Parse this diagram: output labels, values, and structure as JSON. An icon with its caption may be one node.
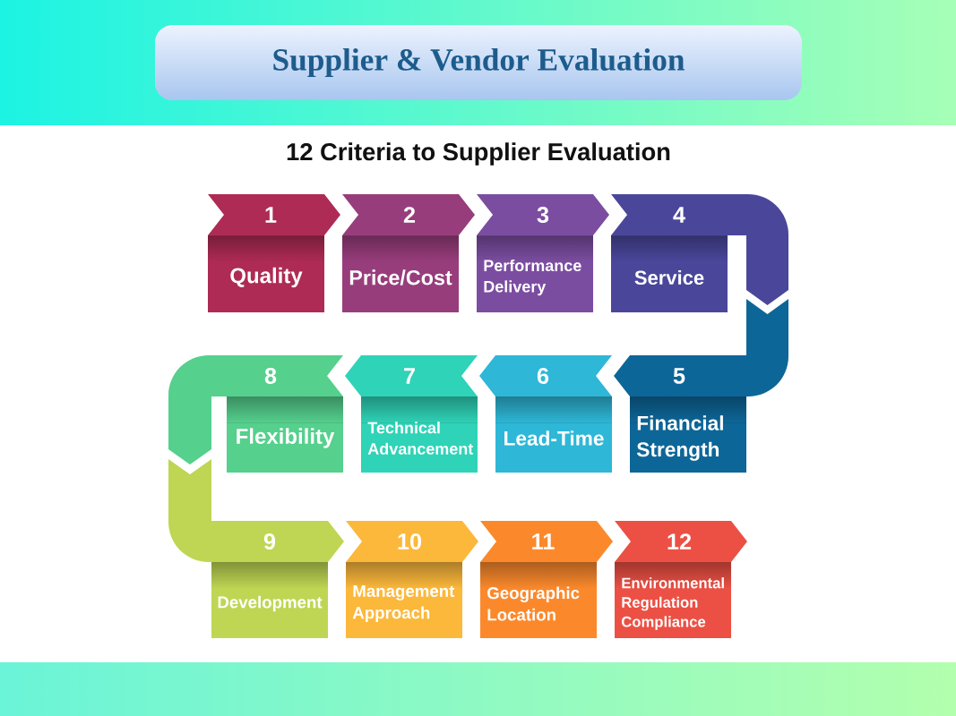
{
  "diagram": {
    "title": "Supplier & Vendor Evaluation",
    "nodes": [
      {
        "text": [
          "1",
          "Quality"
        ]
      },
      {
        "text": [
          "2",
          "Price/Cost"
        ]
      },
      {
        "text": [
          "3",
          "Performance Delivery"
        ]
      },
      {
        "text": [
          "4",
          "Service"
        ]
      },
      {
        "text": [
          "5",
          "Financial Strength"
        ]
      },
      {
        "text": [
          "6",
          "Lead-Time"
        ]
      },
      {
        "text": [
          "7",
          "Technical Advancement"
        ]
      },
      {
        "text": [
          "8",
          "Flexibility"
        ]
      },
      {
        "text": [
          "9",
          "Development"
        ]
      },
      {
        "text": [
          "10",
          "Management Approach"
        ]
      },
      {
        "text": [
          "11",
          "Geographic Location"
        ]
      },
      {
        "text": [
          "12",
          "Environmental Regulation Compliance"
        ]
      }
    ],
    "labels": [
      "12 Criteria to Supplier Evaluation"
    ]
  }
}
